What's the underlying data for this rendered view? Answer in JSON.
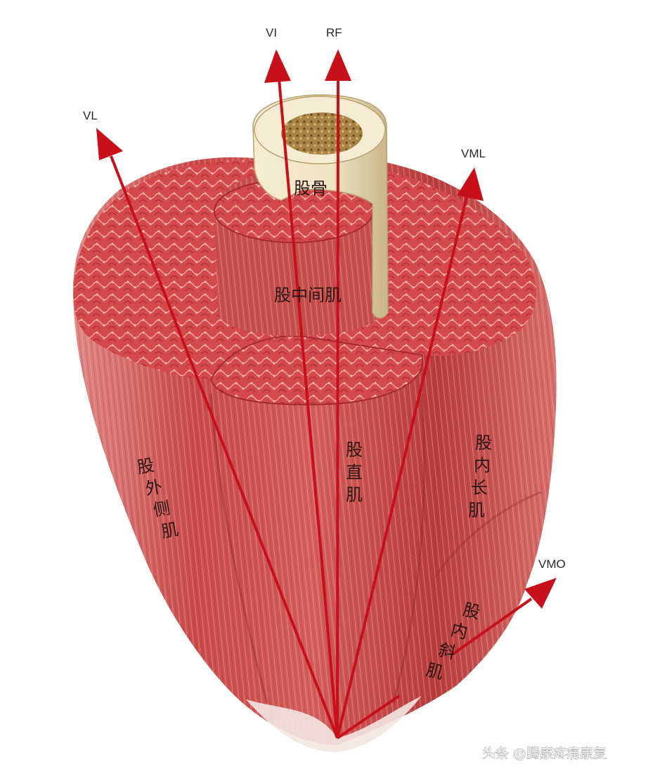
{
  "vectors": [
    {
      "id": "vl",
      "label": "VL"
    },
    {
      "id": "vi",
      "label": "VI"
    },
    {
      "id": "rf",
      "label": "RF"
    },
    {
      "id": "vml",
      "label": "VML"
    },
    {
      "id": "vmo",
      "label": "VMO"
    }
  ],
  "muscles": {
    "femur": "股骨",
    "vastus_intermedius": "股中间肌",
    "rectus_femoris": [
      "股",
      "直",
      "肌"
    ],
    "vastus_lateralis": [
      "股",
      "外",
      "侧",
      "肌"
    ],
    "vastus_medialis_longus": [
      "股",
      "内",
      "长",
      "肌"
    ],
    "vastus_medialis_obliquus": [
      "股",
      "内",
      "斜",
      "肌"
    ]
  },
  "watermark": "头条 @腾康疼痛康复",
  "colors": {
    "arrow": "#c8101a",
    "muscle": "#c94a4a",
    "muscle_dark": "#a42e30",
    "cross_section": "#d04848",
    "bone": "#efe3c2",
    "marrow": "#9c7a3c"
  }
}
